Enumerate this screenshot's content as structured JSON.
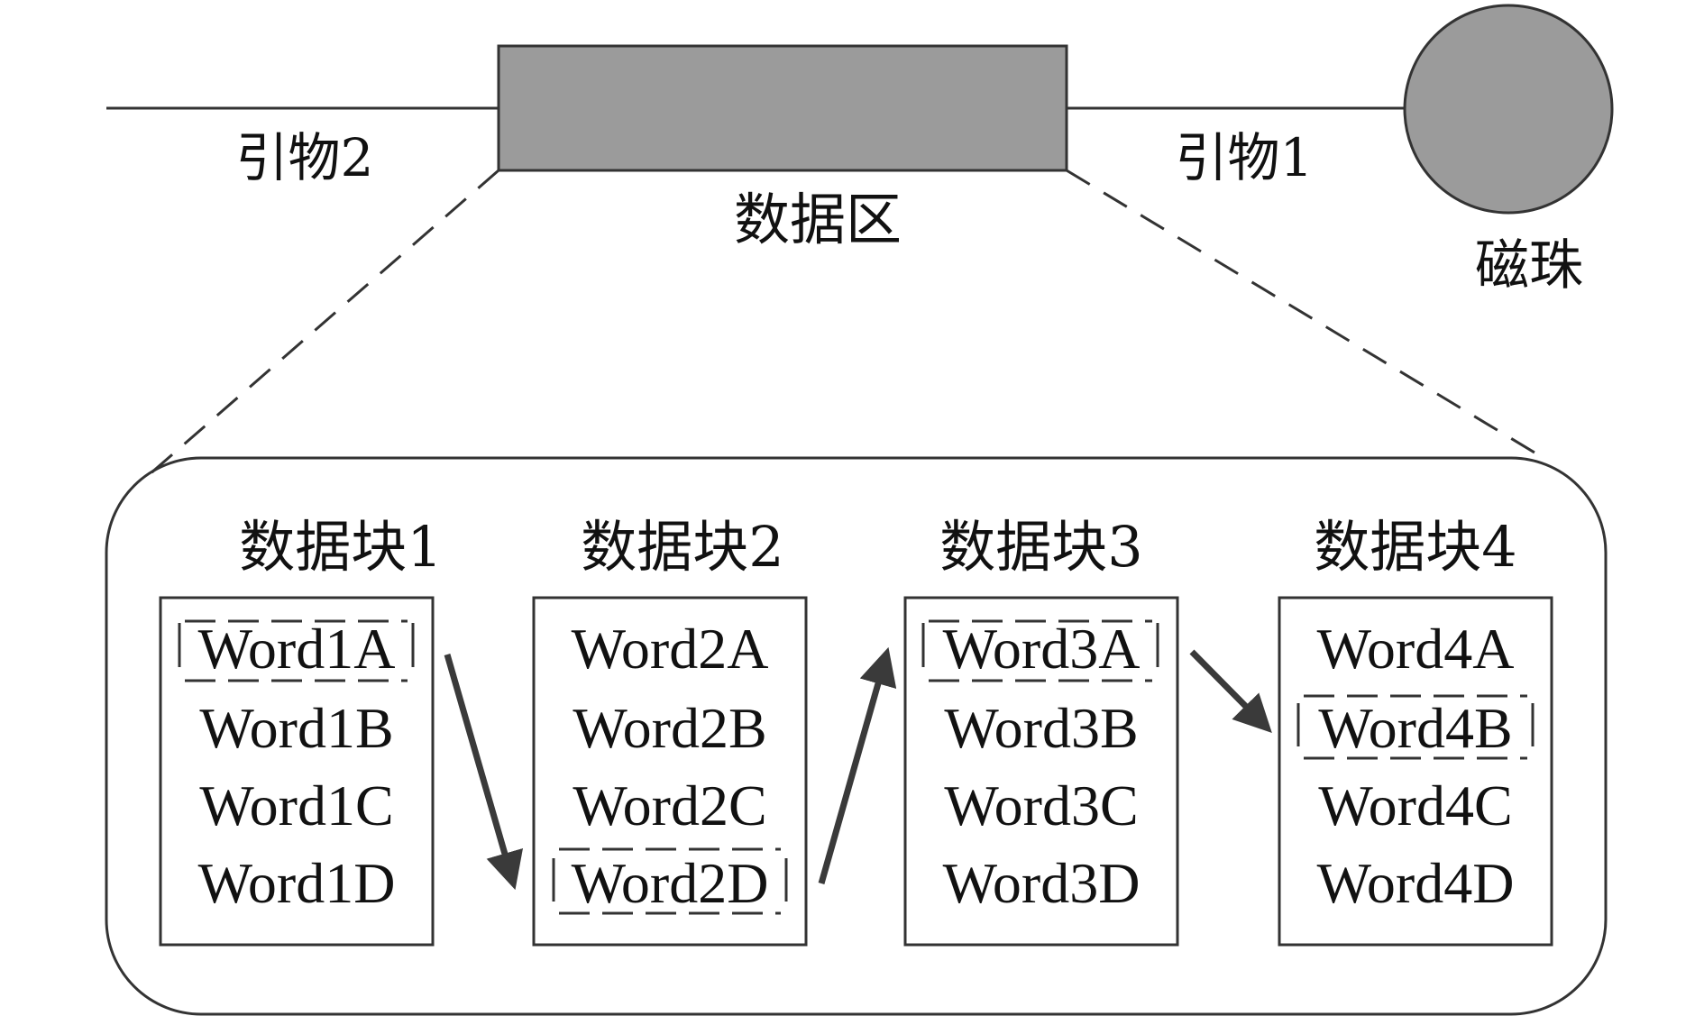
{
  "labels": {
    "primer2": "引物2",
    "primer1": "引物1",
    "data_region": "数据区",
    "bead": "磁珠"
  },
  "colors": {
    "data_region_fill": "#9b9b9b",
    "bead_fill": "#9b9b9b",
    "stroke": "#333333"
  },
  "blocks": [
    {
      "title": "数据块1",
      "words": [
        "Word1A",
        "Word1B",
        "Word1C",
        "Word1D"
      ],
      "selected_index": 0
    },
    {
      "title": "数据块2",
      "words": [
        "Word2A",
        "Word2B",
        "Word2C",
        "Word2D"
      ],
      "selected_index": 3
    },
    {
      "title": "数据块3",
      "words": [
        "Word3A",
        "Word3B",
        "Word3C",
        "Word3D"
      ],
      "selected_index": 0
    },
    {
      "title": "数据块4",
      "words": [
        "Word4A",
        "Word4B",
        "Word4C",
        "Word4D"
      ],
      "selected_index": 1
    }
  ]
}
